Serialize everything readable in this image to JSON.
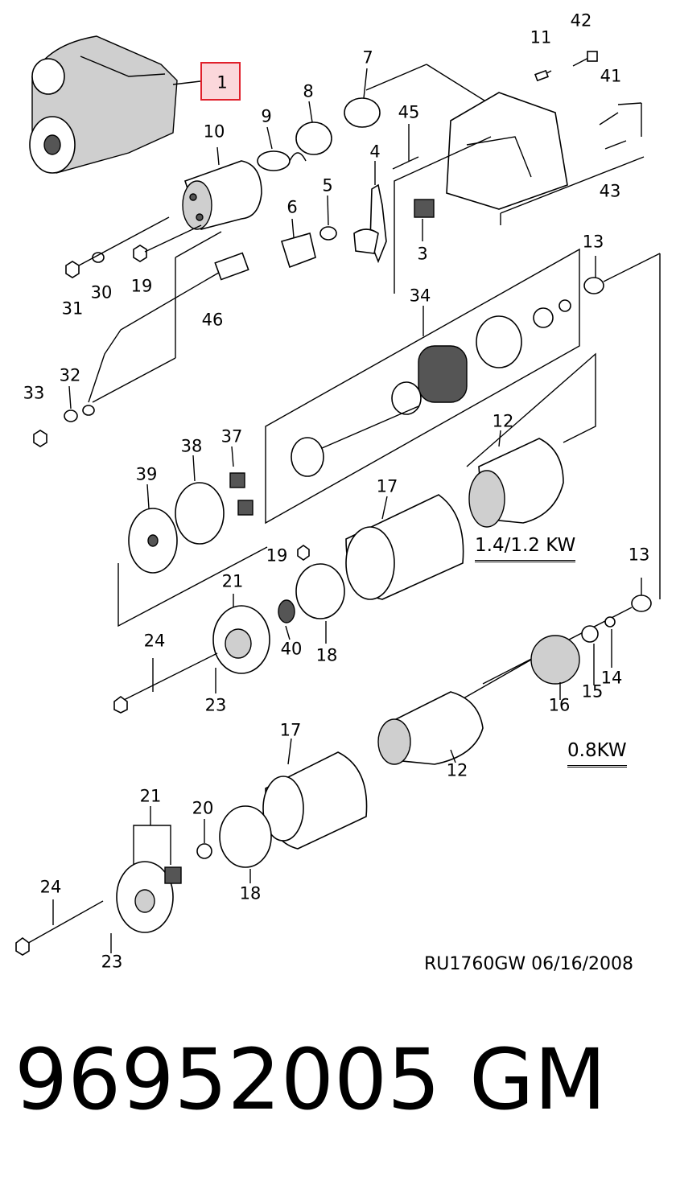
{
  "callouts": {
    "c1": "1",
    "c7": "7",
    "c8": "8",
    "c9": "9",
    "c10": "10",
    "c11": "11",
    "c42": "42",
    "c41": "41",
    "c45": "45",
    "c4": "4",
    "c5": "5",
    "c6": "6",
    "c3": "3",
    "c43": "43",
    "c31": "31",
    "c30": "30",
    "c19a": "19",
    "c46": "46",
    "c13a": "13",
    "c34": "34",
    "c32": "32",
    "c33": "33",
    "c38": "38",
    "c37": "37",
    "c39": "39",
    "c12a": "12",
    "c17a": "17",
    "c19b": "19",
    "c21a": "21",
    "c13b": "13",
    "c24a": "24",
    "c40": "40",
    "c18a": "18",
    "c23a": "23",
    "c15": "15",
    "c14": "14",
    "c16": "16",
    "c17b": "17",
    "c12b": "12",
    "c21b": "21",
    "c20": "20",
    "c24b": "24",
    "c18b": "18",
    "c23b": "23"
  },
  "variants": {
    "v1": "1.4/1.2 KW",
    "v2": "0.8KW"
  },
  "footer": {
    "ref": "RU1760GW  06/16/2008",
    "part_number": "96952005",
    "brand": "GM"
  },
  "colors": {
    "highlight_fill": "#fbd7db",
    "highlight_border": "#e0202c"
  }
}
